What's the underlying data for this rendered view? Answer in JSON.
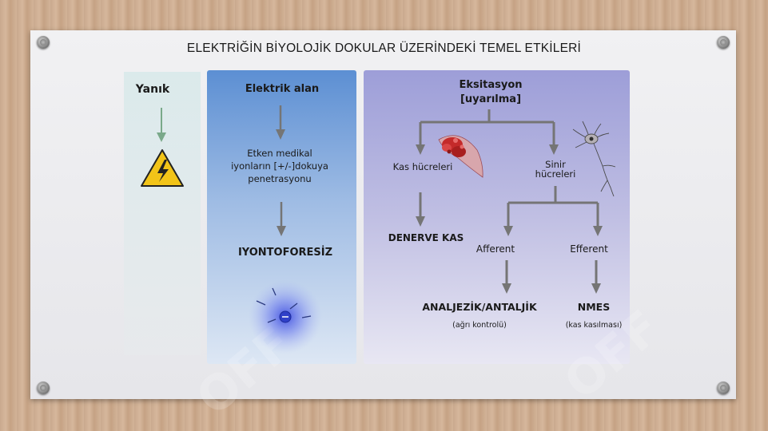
{
  "title": "ELEKTRİĞİN BİYOLOJİK DOKULAR ÜZERİNDEKİ  TEMEL ETKİLERİ",
  "col1": {
    "heading": "Yanık"
  },
  "col2": {
    "heading": "Elektrik alan",
    "desc_lines": [
      "Etken medikal",
      "iyonların [+/-]dokuya",
      "penetrasyonu"
    ],
    "result": "IYONTOFORESİZ"
  },
  "col3": {
    "heading_lines": [
      "Eksitasyon",
      "[uyarılma]"
    ],
    "muscle_label": "Kas hücreleri",
    "nerve_label_lines": [
      "Sinir",
      "hücreleri"
    ],
    "denerve": "DENERVE KAS",
    "afferent": "Afferent",
    "efferent": "Efferent",
    "analgesic": "ANALJEZİK/ANTALJİK",
    "analgesic_sub": "(ağrı kontrolü)",
    "nmes": "NMES",
    "nmes_sub": "(kas kasılması)"
  },
  "watermark": "OFF",
  "colors": {
    "arrow_gray": "#757575",
    "arrow_green": "#7aa98a",
    "warning_yellow": "#f2c418",
    "panel_blue": "#5c8fd3",
    "panel_purple": "#9d9ed8"
  }
}
